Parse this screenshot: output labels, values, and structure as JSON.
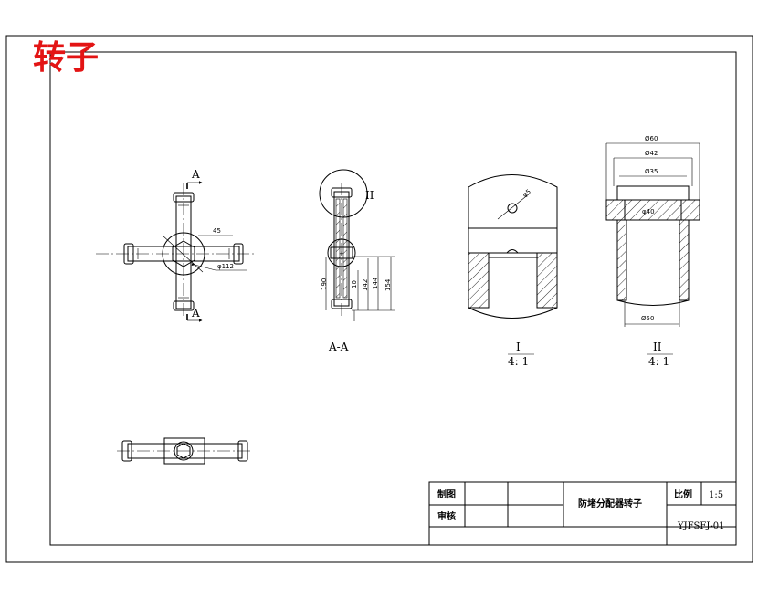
{
  "corner_title": "转子",
  "section_marks": {
    "top": "A",
    "bottom": "A"
  },
  "views": {
    "section_label": "A-A",
    "detail1": {
      "numeral": "I",
      "scale": "4: 1"
    },
    "detail2": {
      "numeral": "II",
      "scale": "4: 1"
    },
    "detail2_callout": "II"
  },
  "dimensions": {
    "angle": "45",
    "dia112": "φ112",
    "d190": "190",
    "d10": "10",
    "d142": "142",
    "d144": "144",
    "d154": "154",
    "d5": "φ5",
    "d60": "Ø60",
    "d42": "Ø42",
    "d35": "Ø35",
    "d40": "φ40",
    "d50": "Ø50"
  },
  "title_block": {
    "drawn_label": "制图",
    "checked_label": "审核",
    "part_name": "防堵分配器转子",
    "scale_label": "比例",
    "scale_value": "1:5",
    "drawing_no": "YJFSFJ-01"
  }
}
